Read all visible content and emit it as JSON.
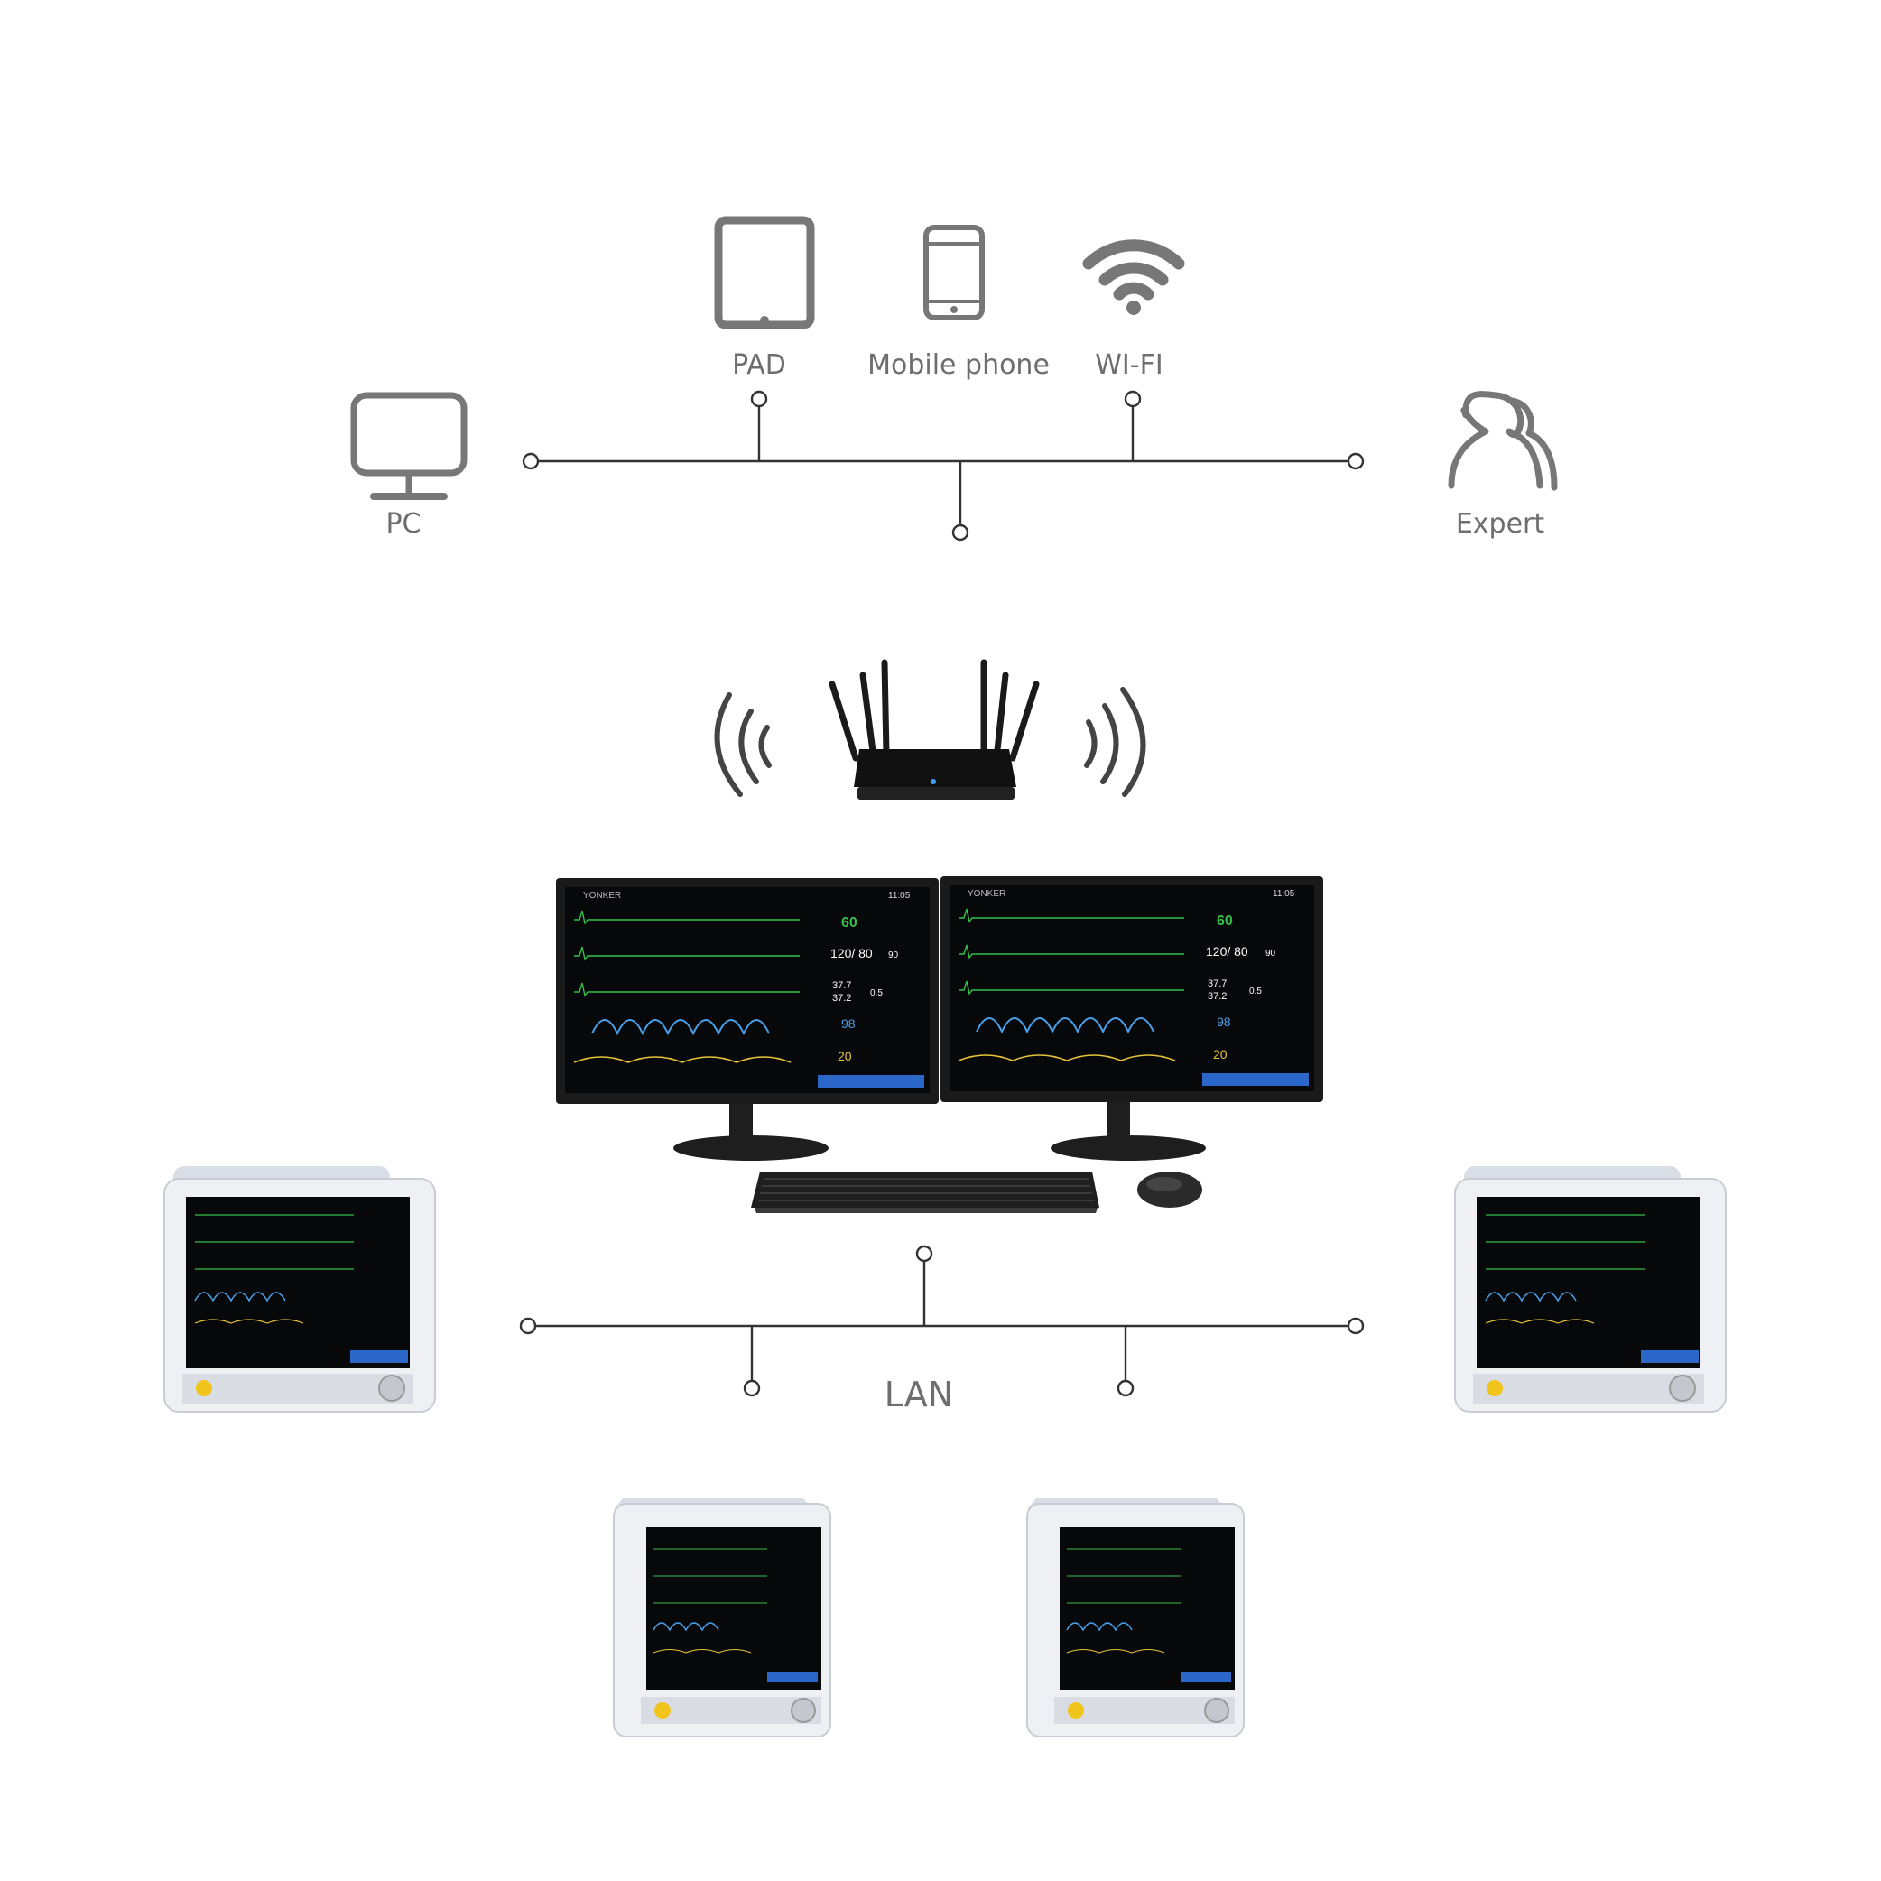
{
  "devices": {
    "pad": {
      "label": "PAD",
      "icon": "tablet-icon"
    },
    "mobile": {
      "label": "Mobile phone",
      "icon": "smartphone-icon"
    },
    "wifi": {
      "label": "WI-FI",
      "icon": "wifi-icon"
    },
    "pc": {
      "label": "PC",
      "icon": "desktop-monitor-icon"
    },
    "expert": {
      "label": "Expert",
      "icon": "users-icon"
    }
  },
  "lan": {
    "label": "LAN"
  },
  "monitor_readings": {
    "brand": "YONKER",
    "time": "11:05",
    "hr": "60",
    "nibp": "120/ 80",
    "nibp_mean": "90",
    "temp1": "37.7",
    "temp2": "37.2",
    "temp_diff": "0.5",
    "spo2": "98",
    "resp": "20"
  },
  "colors": {
    "icon_gray": "#777777",
    "line": "#333333",
    "ecg": "#35c04a",
    "spo2": "#4aa0e8",
    "resp": "#e8c33a",
    "screen": "#06080a"
  }
}
